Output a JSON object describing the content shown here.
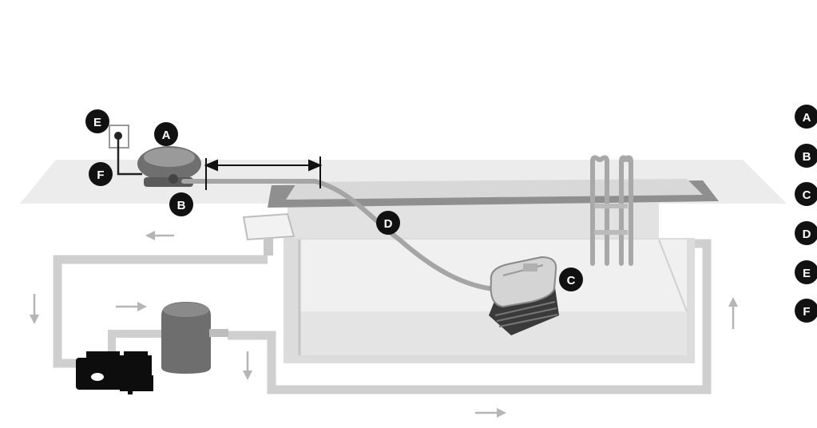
{
  "labels": {
    "A": "A",
    "B": "B",
    "C": "C",
    "D": "D",
    "E": "E",
    "F": "F"
  },
  "legend": [
    "A",
    "B",
    "C",
    "D",
    "E",
    "F"
  ],
  "colors": {
    "pipe": "#c8c8c8",
    "deck": "#e6e6e6",
    "pool_wall": "#d4d4d4",
    "water": "#eeeeee",
    "coping": "#8c8c8c",
    "badge": "#111111",
    "arrow": "#b5b5b5"
  }
}
